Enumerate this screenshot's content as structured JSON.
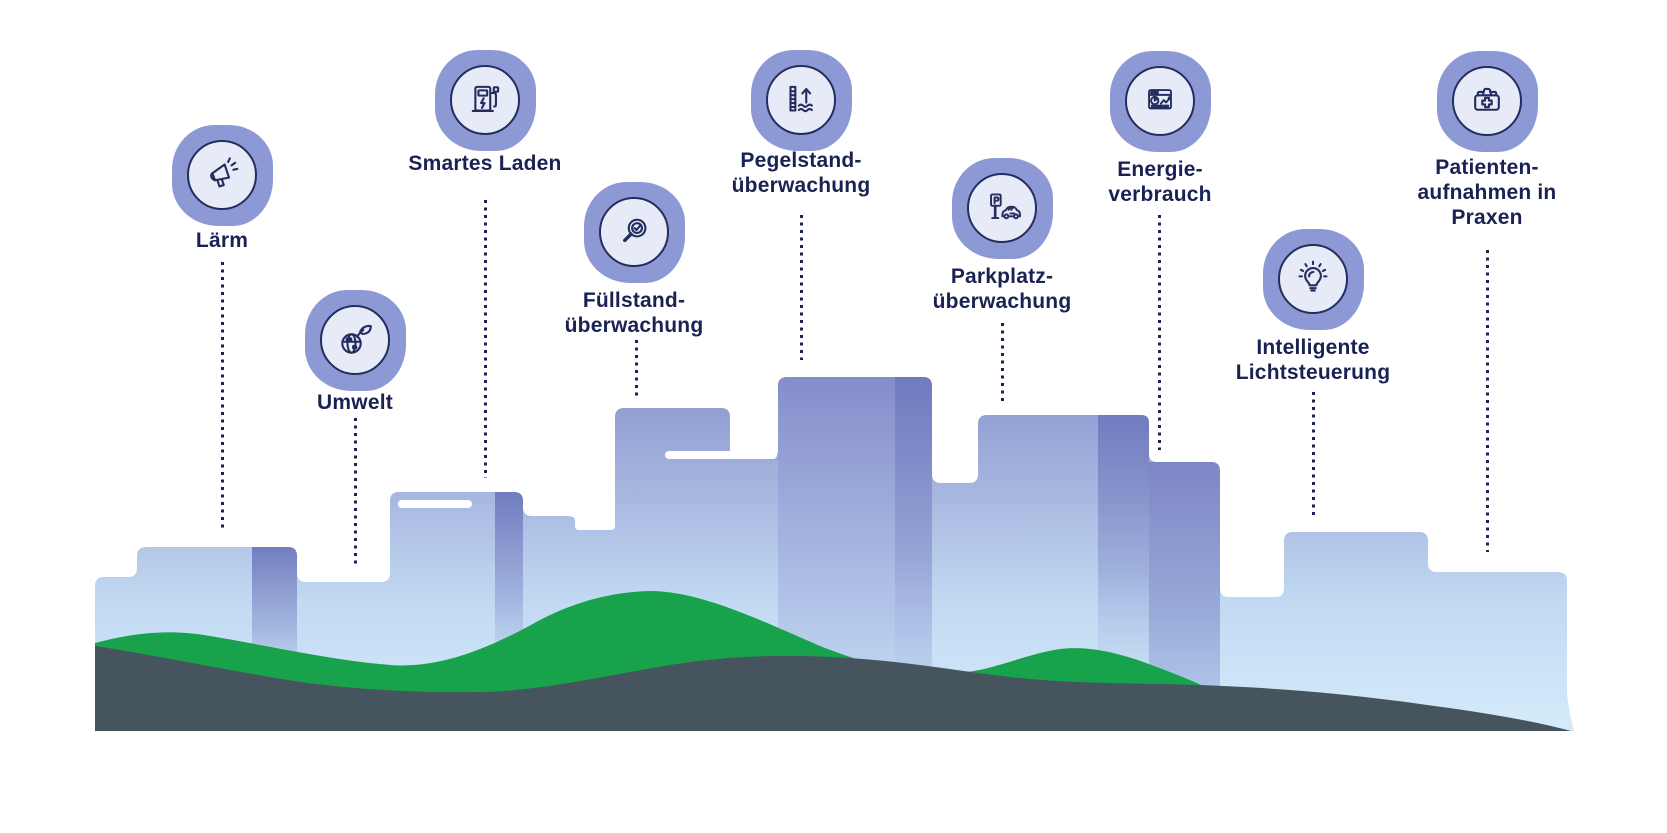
{
  "colors": {
    "background": "#FFFFFF",
    "icon_badge": "#8C99D5",
    "icon_circle_fill": "#E7EBF8",
    "icon_stroke": "#232D5E",
    "label_text": "#1A2254",
    "leader_dots": "#1B2255",
    "building_gradient_top": "#8C96CF",
    "building_gradient_bottom": "#D7EDFC",
    "tower_gradient_top": "#858DCB",
    "side_shade": "#6F79BE",
    "hill_green": "#18A24C",
    "ground_dark": "#46545D",
    "window_slit": "#FFFFFF"
  },
  "callouts": [
    {
      "id": "laerm",
      "icon": "megaphone-icon",
      "lines": [
        "Lärm"
      ]
    },
    {
      "id": "umwelt",
      "icon": "globe-leaf-icon",
      "lines": [
        "Umwelt"
      ]
    },
    {
      "id": "smartes-laden",
      "icon": "ev-charger-icon",
      "lines": [
        "Smartes Laden"
      ]
    },
    {
      "id": "fuellstand",
      "icon": "magnifier-check-icon",
      "lines": [
        "Füllstand-",
        "überwachung"
      ]
    },
    {
      "id": "pegelstand",
      "icon": "water-level-icon",
      "lines": [
        "Pegelstand-",
        "überwachung"
      ]
    },
    {
      "id": "parkplatz",
      "icon": "parking-icon",
      "lines": [
        "Parkplatz-",
        "überwachung"
      ]
    },
    {
      "id": "energie",
      "icon": "dashboard-chart-icon",
      "lines": [
        "Energie-",
        "verbrauch"
      ]
    },
    {
      "id": "licht",
      "icon": "lightbulb-icon",
      "lines": [
        "Intelligente",
        "Lichtsteuerung"
      ]
    },
    {
      "id": "patienten",
      "icon": "first-aid-bag-icon",
      "lines": [
        "Patienten-",
        "aufnahmen in",
        "Praxen"
      ]
    }
  ]
}
